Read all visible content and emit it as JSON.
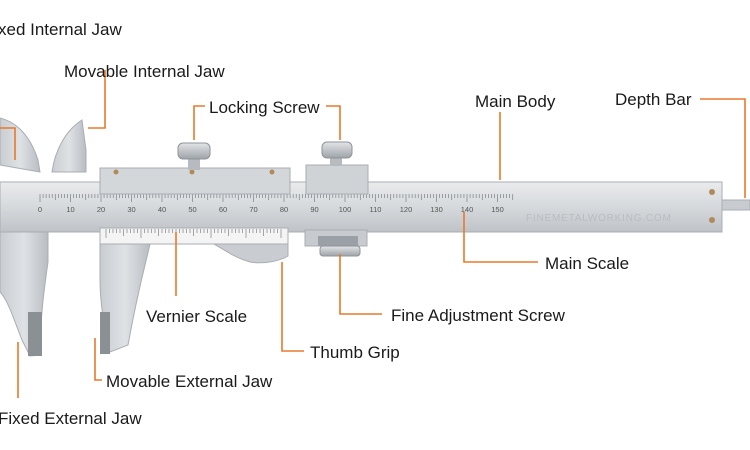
{
  "labels": {
    "fixed_internal_jaw": "xed Internal Jaw",
    "movable_internal_jaw": "Movable Internal Jaw",
    "locking_screw": "Locking Screw",
    "main_body": "Main Body",
    "depth_bar": "Depth Bar",
    "main_scale": "Main Scale",
    "vernier_scale": "Vernier Scale",
    "fine_adjustment_screw": "Fine Adjustment Screw",
    "thumb_grip": "Thumb Grip",
    "movable_external_jaw": "Movable External Jaw",
    "fixed_external_jaw": "Fixed External Jaw"
  },
  "main_scale_numbers": [
    "0",
    "10",
    "20",
    "30",
    "40",
    "50",
    "60",
    "70",
    "80",
    "90",
    "100",
    "110",
    "120",
    "130",
    "140",
    "150"
  ],
  "watermark": "FINEMETALWORKING.COM",
  "colors": {
    "leader": "#e8792b",
    "steel_light": "#dde0e3",
    "steel_mid": "#c4c8cc",
    "steel_dark": "#9aa0a6",
    "vernier_plate": "#f4f4f4",
    "text": "#1a1a1a"
  }
}
